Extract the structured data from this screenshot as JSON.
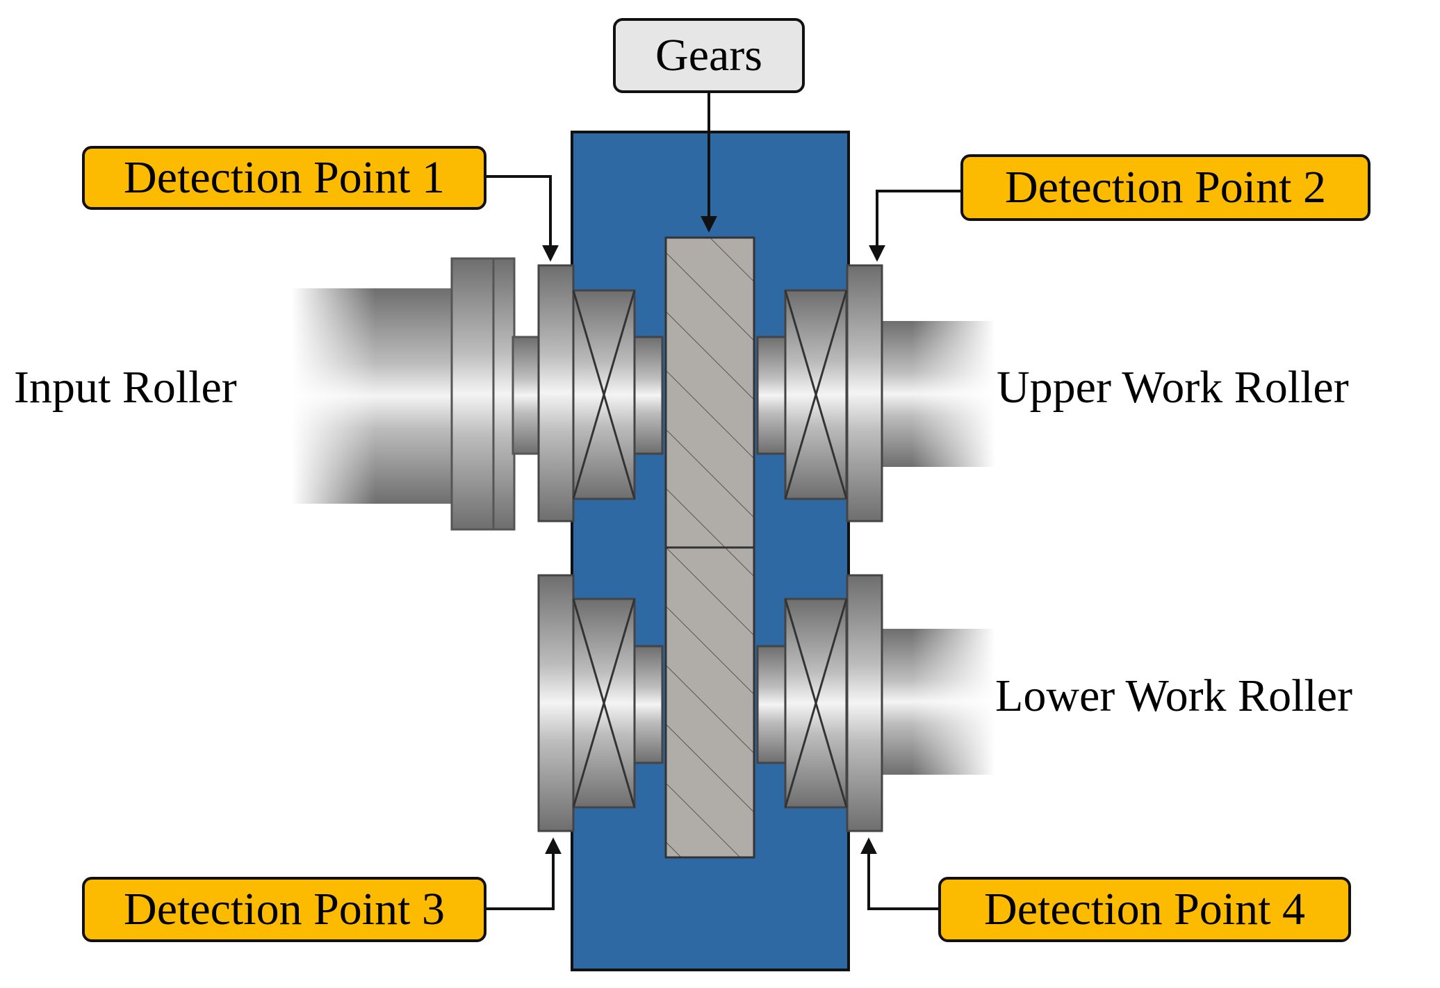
{
  "labels": {
    "gears": "Gears",
    "detection_1": "Detection Point 1",
    "detection_2": "Detection Point 2",
    "detection_3": "Detection Point 3",
    "detection_4": "Detection Point 4",
    "input_roller": "Input Roller",
    "upper_work_roller": "Upper Work Roller",
    "lower_work_roller": "Lower Work Roller"
  },
  "colors": {
    "housing": "#2f69a3",
    "detection_label_bg": "#fdbb00",
    "gears_label_bg": "#e6e6e6",
    "gear": "#b0ada8",
    "steel": "#8f8f8f"
  }
}
